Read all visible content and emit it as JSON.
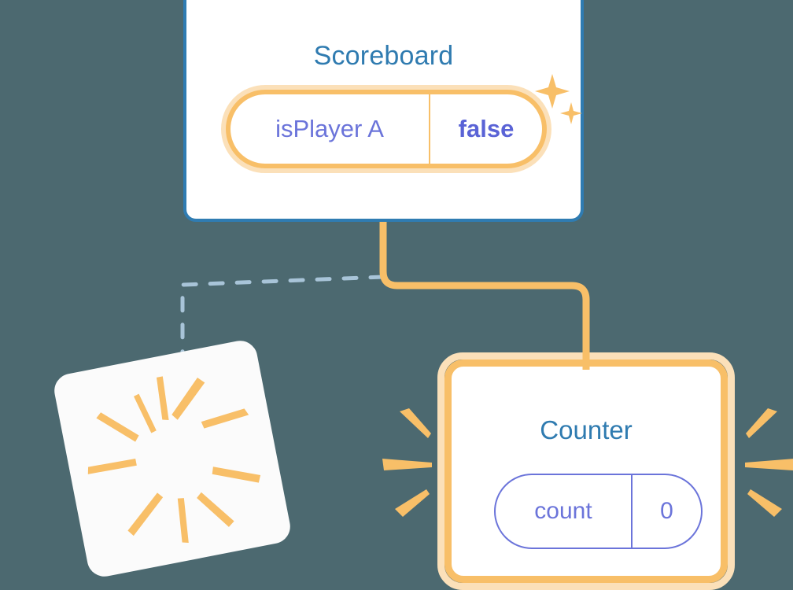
{
  "theme": {
    "background": "#4c6970",
    "card_border_blue": "#2f7cb2",
    "title_blue": "#2f7bb0",
    "highlight_orange": "#f8bf68",
    "highlight_orange_pale": "#fbe0b9",
    "pill_text_indigo": "#6b74da",
    "pill_value_indigo": "#5a63d6",
    "dashed_line_blue": "#a8c4d8",
    "card_white": "#ffffff"
  },
  "scoreboard": {
    "title": "Scoreboard",
    "state_pill": {
      "key": "isPlayer A",
      "value": "false",
      "highlighted": true
    },
    "sparkles": [
      "sparkle-large",
      "sparkle-small"
    ]
  },
  "counter": {
    "title": "Counter",
    "state_pill": {
      "key": "count",
      "value": "0",
      "highlighted": false
    },
    "highlighted": true
  },
  "burst_card": {
    "label": "",
    "ray_count": 10
  },
  "connectors": {
    "highlighted_edge": {
      "from": "scoreboard",
      "to": "counter",
      "style": "solid",
      "color": "#f8bf68"
    },
    "dimmed_edge": {
      "from": "scoreboard",
      "to": "burst-card",
      "style": "dashed",
      "color": "#a8c4d8"
    }
  }
}
